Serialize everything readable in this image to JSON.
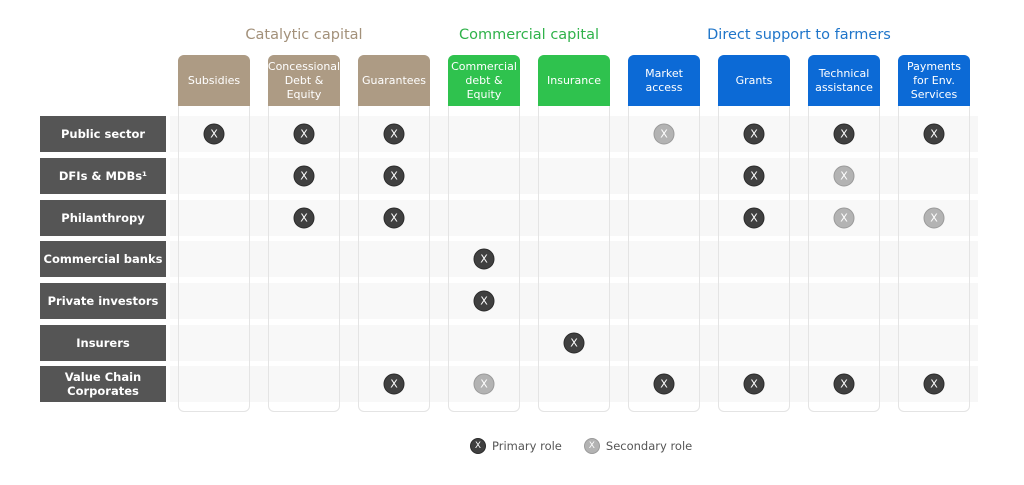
{
  "groups": [
    {
      "title": "Catalytic capital",
      "color": "#a3917a",
      "headcolor": "#ad9b84",
      "columns": [
        0,
        1,
        2
      ]
    },
    {
      "title": "Commercial capital",
      "color": "#2fb24a",
      "headcolor": "#2fc24e",
      "columns": [
        3,
        4
      ]
    },
    {
      "title": "Direct support to farmers",
      "color": "#1f75c9",
      "headcolor": "#0c6ad6",
      "columns": [
        5,
        6,
        7,
        8
      ]
    }
  ],
  "columns": [
    {
      "label": "Subsidies",
      "group": 0
    },
    {
      "label": "Concessional\nDebt &\nEquity",
      "group": 0
    },
    {
      "label": "Guarantees",
      "group": 0
    },
    {
      "label": "Commercial\ndebt &\nEquity",
      "group": 1
    },
    {
      "label": "Insurance",
      "group": 1
    },
    {
      "label": "Market\naccess",
      "group": 2
    },
    {
      "label": "Grants",
      "group": 2
    },
    {
      "label": "Technical\nassistance",
      "group": 2
    },
    {
      "label": "Payments\nfor Env.\nServices",
      "group": 2
    }
  ],
  "rows": [
    {
      "label": "Public sector",
      "roles": [
        "P",
        "P",
        "P",
        "",
        "",
        "S",
        "P",
        "P",
        "P"
      ]
    },
    {
      "label": "DFIs & MDBs¹",
      "roles": [
        "",
        "P",
        "P",
        "",
        "",
        "",
        "P",
        "S",
        ""
      ]
    },
    {
      "label": "Philanthropy",
      "roles": [
        "",
        "P",
        "P",
        "",
        "",
        "",
        "P",
        "S",
        "S"
      ]
    },
    {
      "label": "Commercial banks",
      "roles": [
        "",
        "",
        "",
        "P",
        "",
        "",
        "",
        "",
        ""
      ]
    },
    {
      "label": "Private investors",
      "roles": [
        "",
        "",
        "",
        "P",
        "",
        "",
        "",
        "",
        ""
      ]
    },
    {
      "label": "Insurers",
      "roles": [
        "",
        "",
        "",
        "",
        "P",
        "",
        "",
        "",
        ""
      ]
    },
    {
      "label": "Value Chain\nCorporates",
      "roles": [
        "",
        "",
        "P",
        "S",
        "",
        "P",
        "P",
        "P",
        "P"
      ]
    }
  ],
  "mark_glyph": "X",
  "legend": {
    "primary": "Primary role",
    "secondary": "Secondary role"
  }
}
